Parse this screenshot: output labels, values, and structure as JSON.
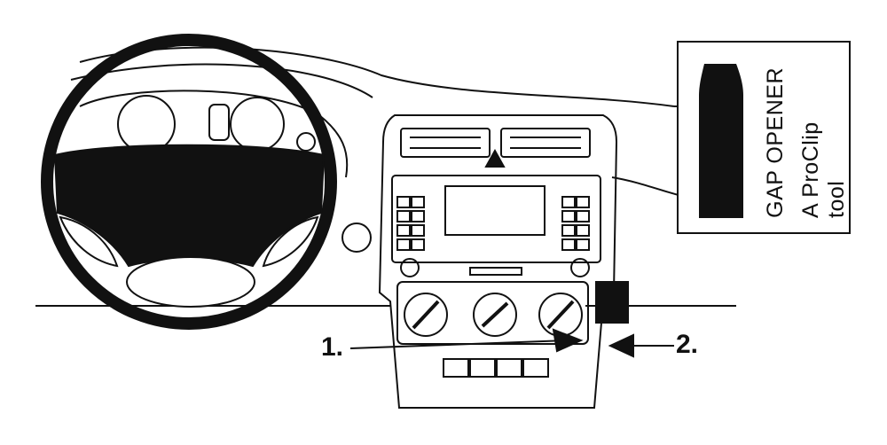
{
  "diagram": {
    "step_labels": [
      {
        "id": "step-1",
        "text": "1."
      },
      {
        "id": "step-2",
        "text": "2."
      }
    ],
    "tool_box": {
      "title": "GAP OPENER",
      "subtitle": "A ProClip tool"
    },
    "colors": {
      "line": "#111111",
      "fill_dark": "#111111",
      "background": "#ffffff"
    }
  }
}
